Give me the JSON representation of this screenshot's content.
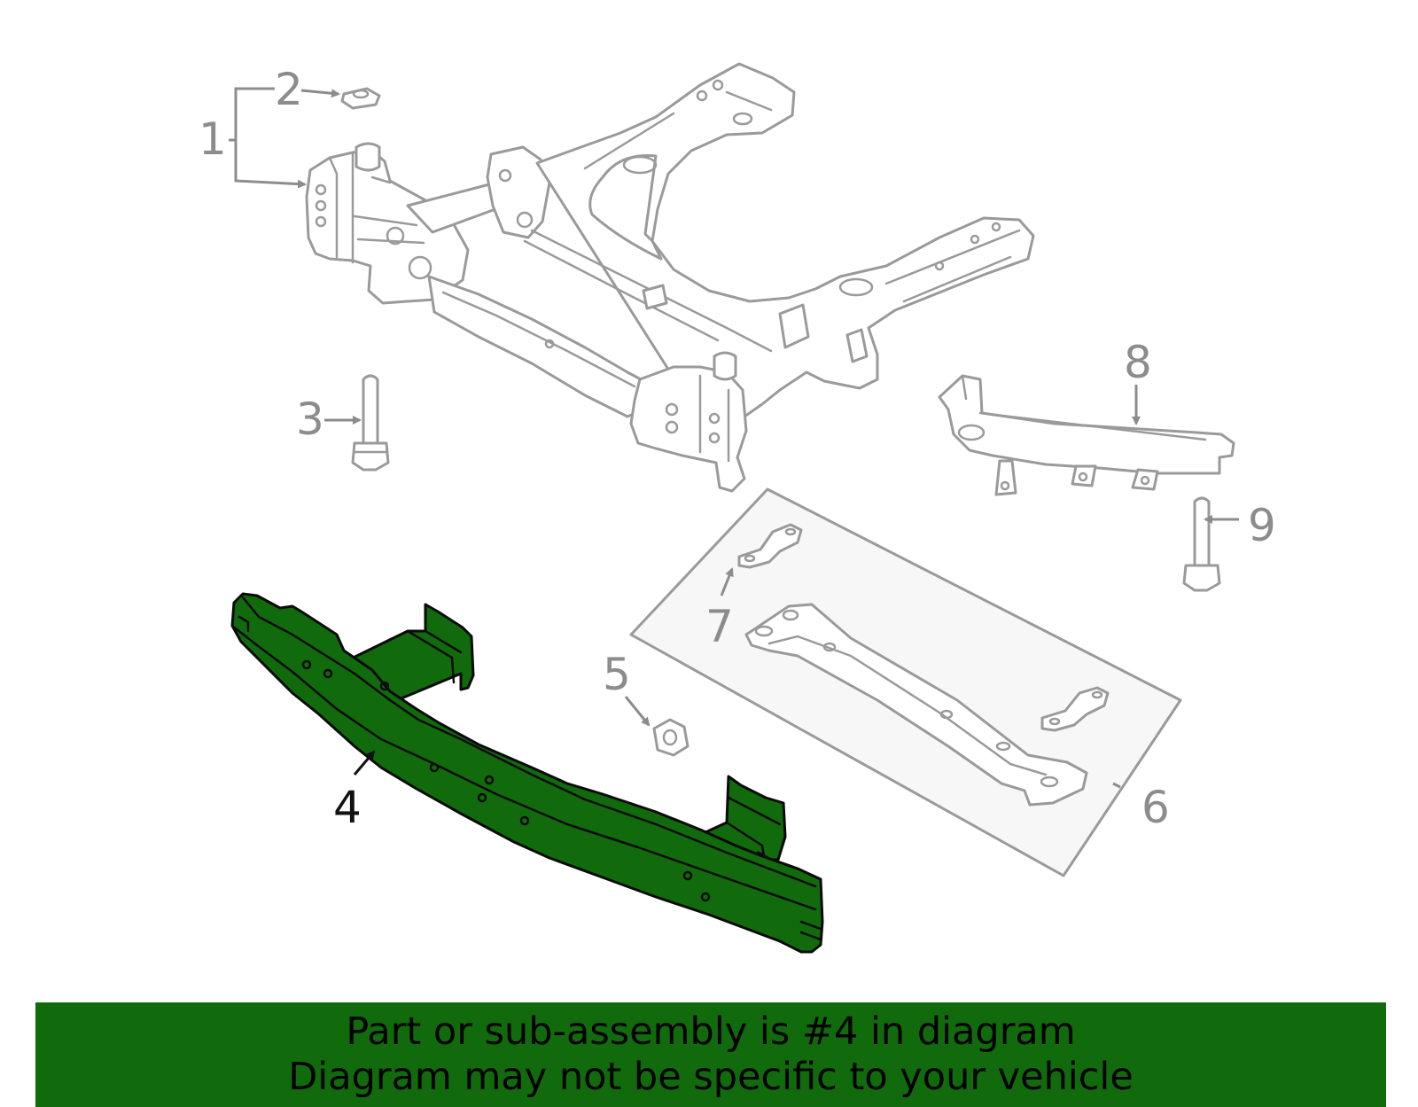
{
  "colors": {
    "highlight": "#116a0c",
    "outline": "#9a9a9a",
    "callout": "#8c8c8c",
    "active_callout": "#111111",
    "panel": "#f7f7f7"
  },
  "callouts": [
    "1",
    "2",
    "3",
    "4",
    "5",
    "6",
    "7",
    "8",
    "9"
  ],
  "highlighted_part": "4",
  "banner": {
    "line1": "Part or sub-assembly is #4 in diagram",
    "line2": "Diagram may not be specific to your vehicle"
  }
}
